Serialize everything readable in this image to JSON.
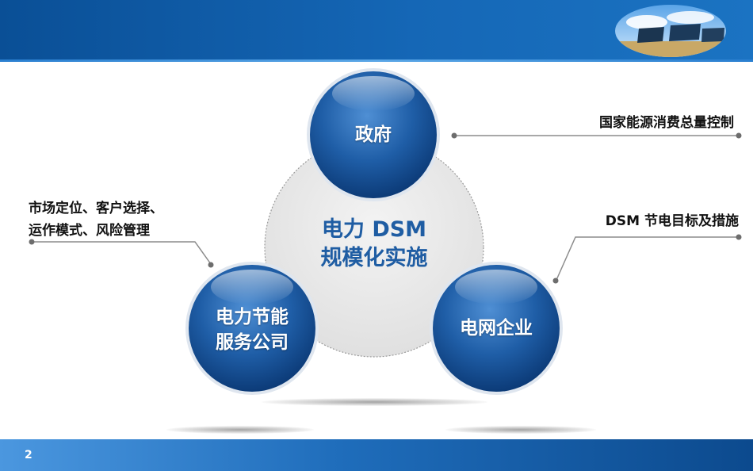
{
  "slide": {
    "page_number": "2",
    "center_line1": "电力 DSM",
    "center_line2": "规模化实施"
  },
  "nodes": {
    "government": "政府",
    "grid_company_label": "电网企业",
    "esco_line1": "电力节能",
    "esco_line2": "服务公司"
  },
  "annotations": {
    "top_right": "国家能源消费总量控制",
    "mid_right": "DSM 节电目标及措施",
    "left_line1": "市场定位、客户选择、",
    "left_line2": "运作模式、风险管理"
  },
  "colors": {
    "header_blue": "#0a4f96",
    "circle_blue": "#1e5ea6",
    "center_text": "#1f5da3"
  },
  "icons": [
    "solar-panel-photo"
  ]
}
